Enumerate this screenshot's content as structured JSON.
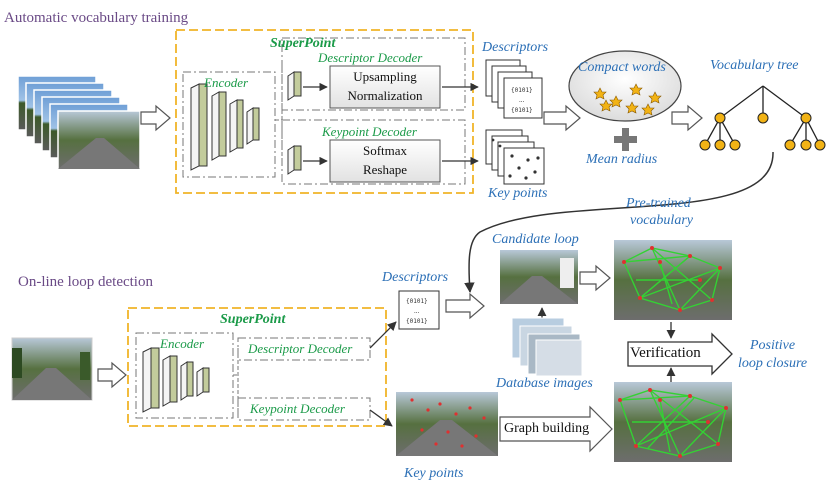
{
  "colors": {
    "section_title": "#6a4a86",
    "label_blue": "#2b6fb6",
    "label_green": "#1a9a48",
    "superpoint_border": "#f0b428",
    "node_fill": "#f2b315",
    "matches": "#34d134"
  },
  "top": {
    "section_title": "Automatic vocabulary training",
    "superpoint_title": "SuperPoint",
    "encoder": "Encoder",
    "descriptor_decoder": "Descriptor Decoder",
    "descriptor_box": [
      "Upsampling",
      "Normalization"
    ],
    "keypoint_decoder": "Keypoint Decoder",
    "keypoint_box": [
      "Softmax",
      "Reshape"
    ],
    "descriptors": "Descriptors",
    "key_points": "Key points",
    "compact_words": "Compact words",
    "mean_radius": "Mean radius",
    "vocabulary_tree": "Vocabulary tree",
    "pretrained_vocabulary": [
      "Pre-trained",
      "vocabulary"
    ]
  },
  "bottom": {
    "section_title": "On-line loop detection",
    "superpoint_title": "SuperPoint",
    "encoder": "Encoder",
    "descriptor_decoder": "Descriptor Decoder",
    "keypoint_decoder": "Keypoint Decoder",
    "descriptors": "Descriptors",
    "candidate_loop": "Candidate loop",
    "database_images": "Database images",
    "key_points": "Key points",
    "graph_building": "Graph building",
    "verification": "Verification",
    "positive_loop_closure": [
      "Positive",
      "loop closure"
    ]
  }
}
